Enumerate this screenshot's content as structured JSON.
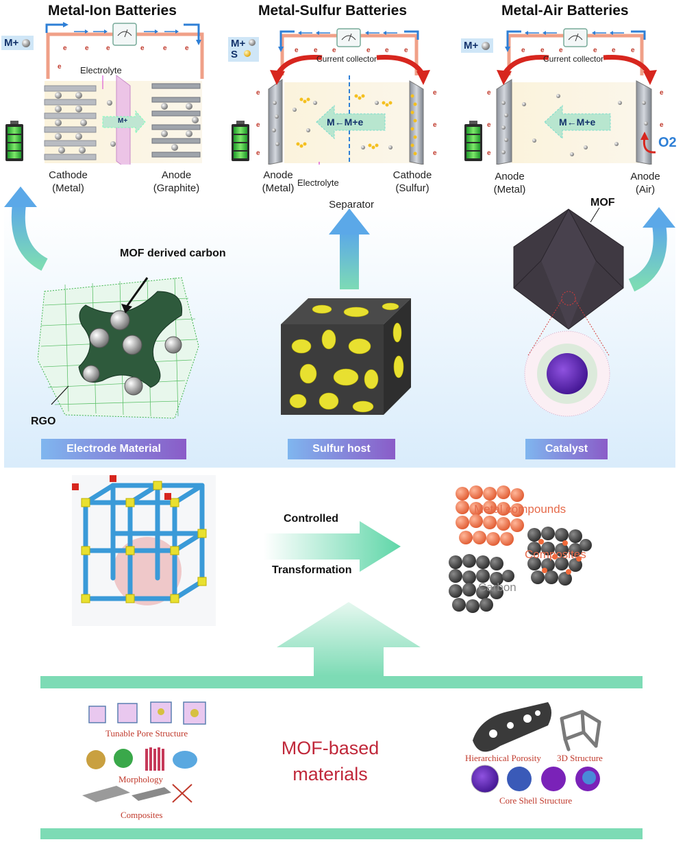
{
  "panels": {
    "ion": {
      "title": "Metal-Ion Batteries",
      "ion_badge": "M+",
      "electrolyte": "Electrolyte",
      "ion_label": "M+",
      "cathode_label": "Cathode",
      "cathode_sub": "(Metal)",
      "anode_label": "Anode",
      "anode_sub": "(Graphite)"
    },
    "sulfur": {
      "title": "Metal-Sulfur Batteries",
      "ion_badge_m": "M+",
      "ion_badge_s": "S",
      "current_collector": "Current collector",
      "reaction": "M←M+e",
      "anode_label": "Anode",
      "anode_sub": "(Metal)",
      "electrolyte": "Electrolyte",
      "separator": "Separator",
      "cathode_label": "Cathode",
      "cathode_sub": "(Sulfur)"
    },
    "air": {
      "title": "Metal-Air Batteries",
      "ion_badge": "M+",
      "current_collector": "Current collector",
      "reaction": "M←M+e",
      "oxygen": "O2",
      "anode_left_label": "Anode",
      "anode_left_sub": "(Metal)",
      "anode_right_label": "Anode",
      "anode_right_sub": "(Air)"
    }
  },
  "middle": {
    "mof_derived_carbon": "MOF derived carbon",
    "rgo": "RGO",
    "mof": "MOF",
    "pill_electrode": "Electrode Material",
    "pill_sulfur": "Sulfur host",
    "pill_catalyst": "Catalyst"
  },
  "transform": {
    "controlled": "Controlled",
    "transformation": "Transformation",
    "metal_compounds": "Metal compounds",
    "composites": "Composites",
    "carbon": "Carbon"
  },
  "bottom": {
    "mof_title_line1": "MOF-based",
    "mof_title_line2": "materials",
    "tunable": "Tunable Pore Structure",
    "morphology": "Morphology",
    "composites": "Composites",
    "hierarchical": "Hierarchical Porosity",
    "structure_3d": "3D Structure",
    "core_shell": "Core Shell Structure"
  },
  "colors": {
    "accent_teal": "#7ddbb5",
    "title_red": "#c0283a",
    "wire_orange": "#f0a088",
    "arrow_red": "#d7261e",
    "sulfur_yellow": "#e8e030"
  }
}
